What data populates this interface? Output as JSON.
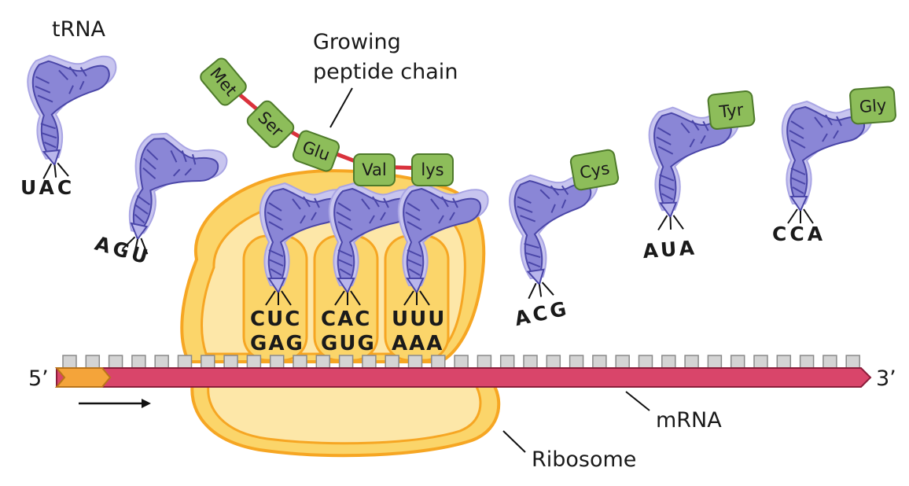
{
  "labels": {
    "trna": "tRNA",
    "growing_chain": [
      "Growing",
      "peptide chain"
    ],
    "mrna": "mRNA",
    "ribosome": "Ribosome",
    "five_prime": "5’",
    "three_prime": "3’"
  },
  "peptide_chain": [
    "Met",
    "Ser",
    "Glu",
    "Val",
    "lys"
  ],
  "free_trnas": [
    {
      "anticodon": "UAC",
      "amino_acid": ""
    },
    {
      "anticodon": "AGU",
      "amino_acid": ""
    },
    {
      "anticodon": "ACG",
      "amino_acid": "Cys"
    },
    {
      "anticodon": "AUA",
      "amino_acid": "Tyr"
    },
    {
      "anticodon": "CCA",
      "amino_acid": "Gly"
    }
  ],
  "bound_trnas": [
    {
      "anticodon": "CUC",
      "codon": "GAG"
    },
    {
      "anticodon": "CAC",
      "codon": "GUG"
    },
    {
      "anticodon": "UUU",
      "codon": "AAA"
    }
  ],
  "colors": {
    "ribosome_outer": "#f6a623",
    "ribosome_fill": "#fbd56a",
    "ribosome_inner": "#fde7a8",
    "mrna": "#d9456a",
    "mrna_start": "#f4a43a",
    "trna_fill": "#8a86d6",
    "trna_halo": "#c8c5ef",
    "trna_line": "#4a46a8",
    "amino_acid": "#8dbd5a",
    "peptide_bond": "#d9323c"
  }
}
